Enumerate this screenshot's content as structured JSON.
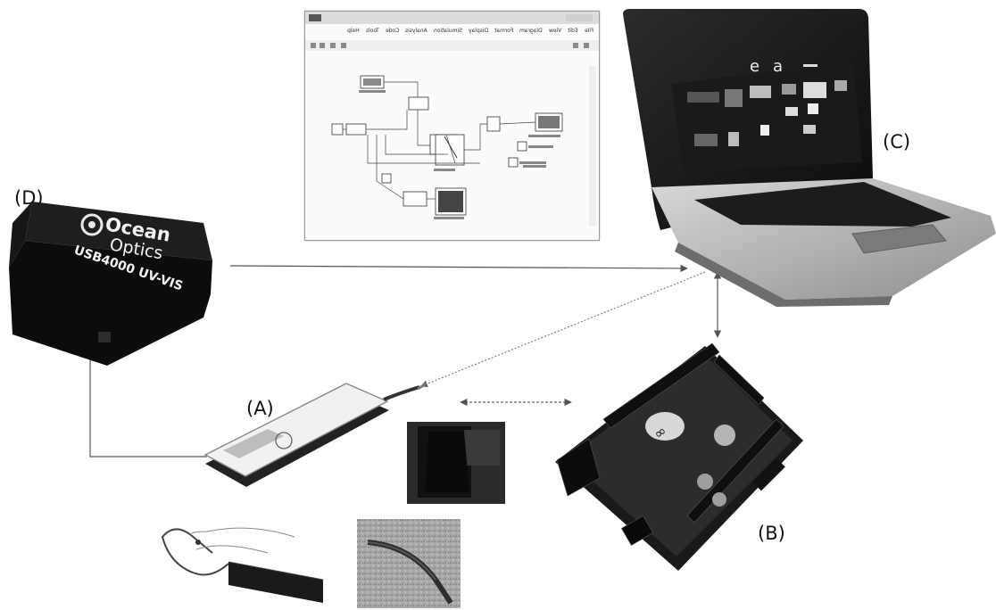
{
  "labels": {
    "a": "(A)",
    "b": "(B)",
    "c": "(C)",
    "d": "(D)"
  },
  "spectrometer": {
    "brand_line1": "Ocean",
    "brand_line2": "Optics",
    "model": "USB4000 UV-VIS"
  },
  "model_window": {
    "menu_items": [
      "Help",
      "Tools",
      "Code",
      "Analysis",
      "Simulation",
      "Display",
      "Format",
      "Diagram",
      "View",
      "Edit",
      "File"
    ]
  }
}
